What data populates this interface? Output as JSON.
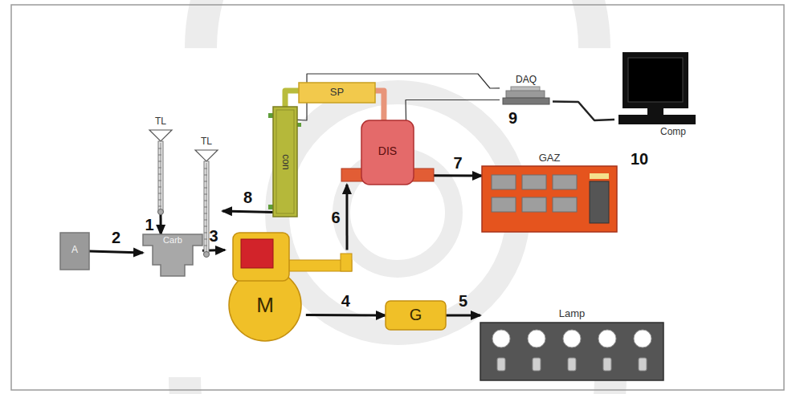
{
  "diagram": {
    "nodes": [
      {
        "text": [
          "TL"
        ]
      },
      {
        "text": [
          "TL"
        ]
      },
      {
        "text": [
          "SP"
        ]
      },
      {
        "text": [
          "con"
        ]
      },
      {
        "text": [
          "DIS"
        ]
      },
      {
        "text": [
          "DAQ"
        ]
      },
      {
        "text": [
          "Comp"
        ]
      },
      {
        "text": [
          "GAZ"
        ]
      },
      {
        "text": [
          "A"
        ]
      },
      {
        "text": [
          "Carb"
        ]
      },
      {
        "text": [
          "M"
        ]
      },
      {
        "text": [
          "G"
        ]
      },
      {
        "text": [
          "Lamp"
        ]
      }
    ],
    "edges": [
      {
        "from": 0,
        "to": 9,
        "arrow": "to",
        "label": "1"
      },
      {
        "from": 8,
        "to": 9,
        "arrow": "to",
        "label": "2"
      },
      {
        "from": 9,
        "to": 10,
        "arrow": "to",
        "label": "3"
      },
      {
        "from": 10,
        "to": 11,
        "arrow": "to",
        "label": "4"
      },
      {
        "from": 11,
        "to": 12,
        "arrow": "to",
        "label": "5"
      },
      {
        "from": 10,
        "to": 4,
        "arrow": "to",
        "label": "6"
      },
      {
        "from": 4,
        "to": 7,
        "arrow": "to",
        "label": "7"
      },
      {
        "from": 3,
        "to": 1,
        "arrow": "to",
        "label": "8"
      },
      {
        "from": 3,
        "to": 2,
        "arrow": "none"
      },
      {
        "from": 2,
        "to": 4,
        "arrow": "none"
      },
      {
        "from": 5,
        "to": 3,
        "arrow": "none"
      },
      {
        "from": 5,
        "to": 4,
        "arrow": "none"
      },
      {
        "from": 5,
        "to": 6,
        "arrow": "none"
      }
    ],
    "labels": [
      "9",
      "10"
    ]
  }
}
